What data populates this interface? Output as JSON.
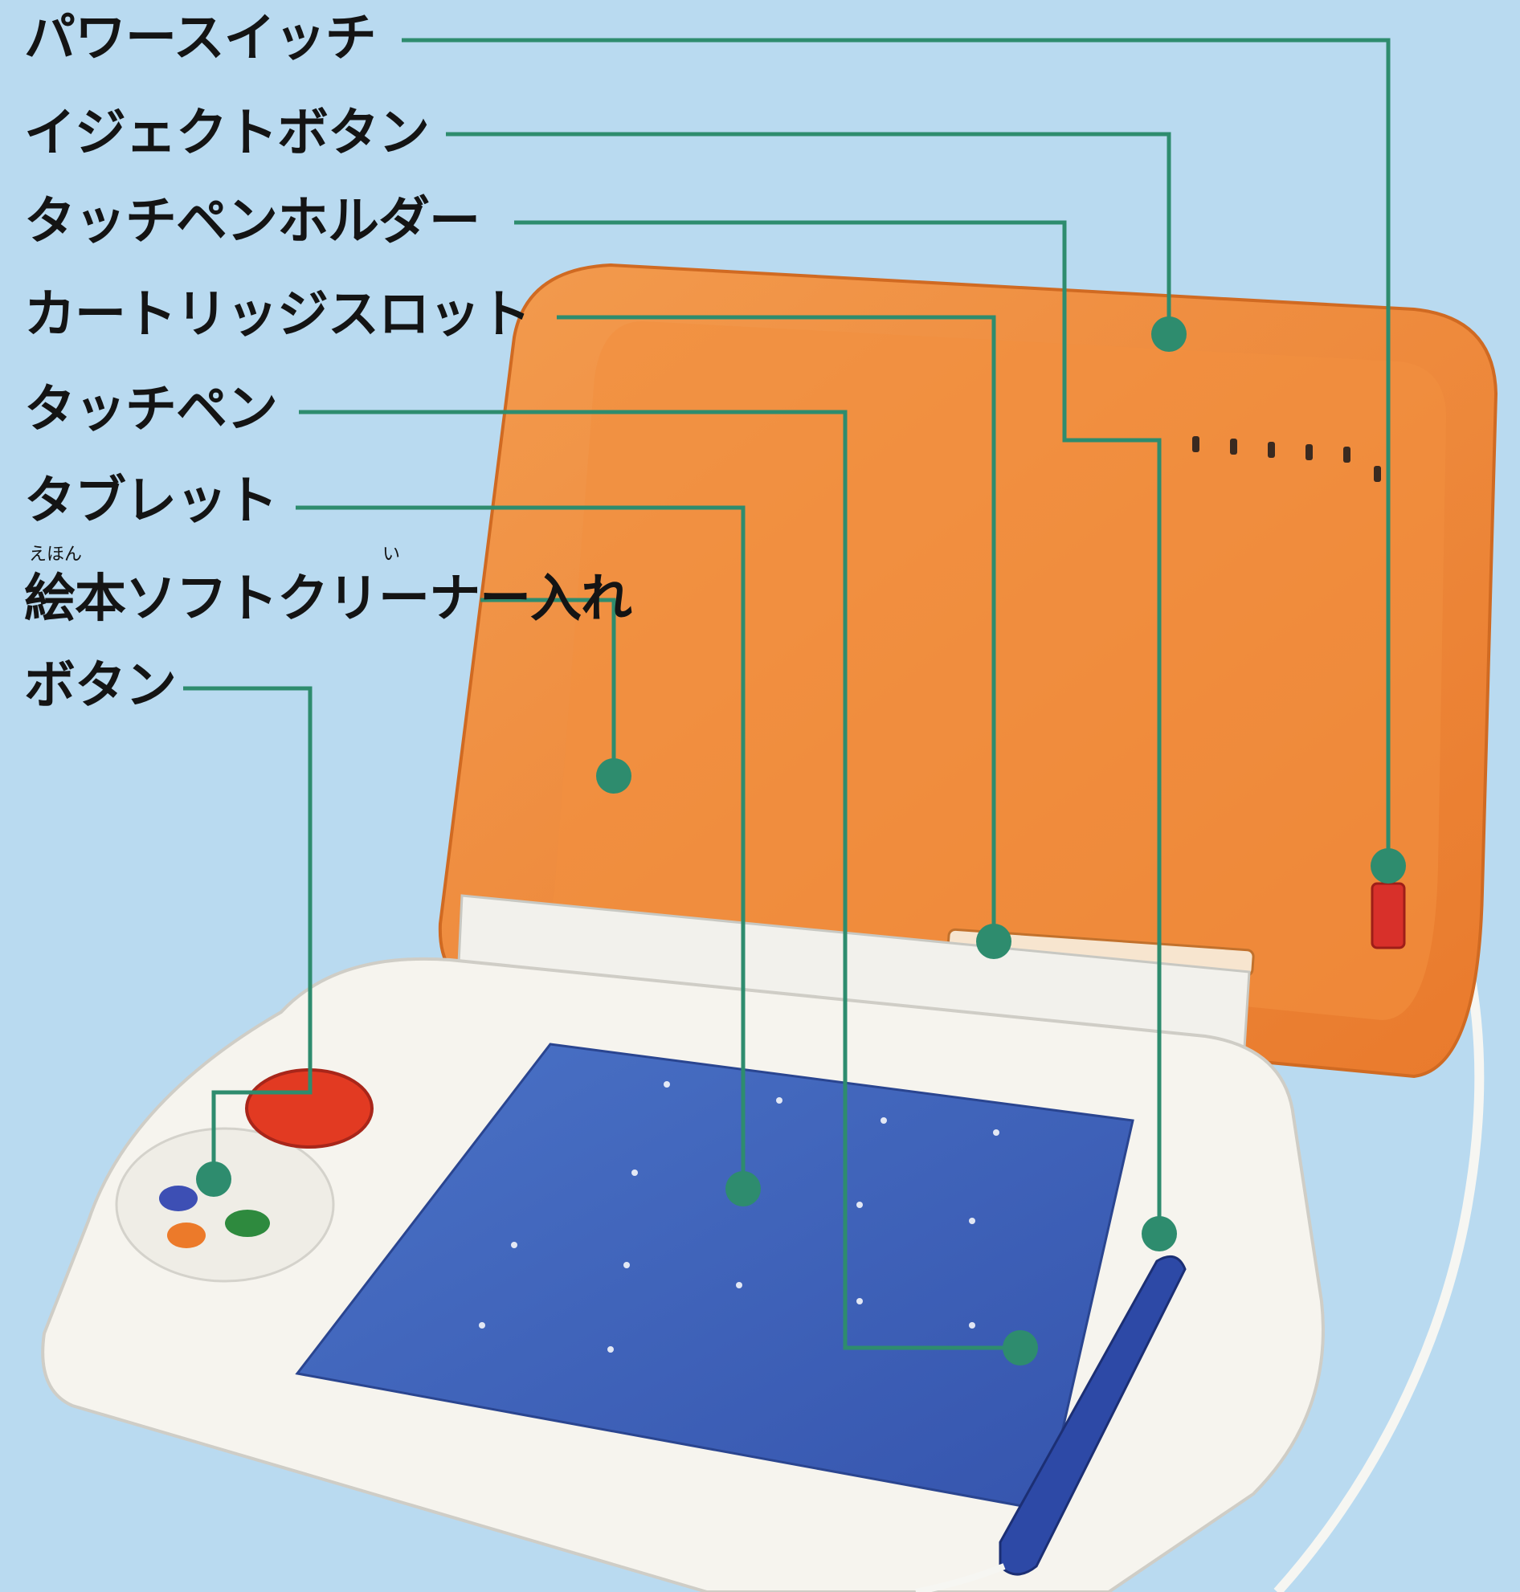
{
  "labels": {
    "power_switch": "パワースイッチ",
    "eject_button": "イジェクトボタン",
    "touch_pen_holder": "タッチペンホルダー",
    "cartridge_slot": "カートリッジスロット",
    "touch_pen": "タッチペン",
    "tablet": "タブレット",
    "picture_book_cleaner_case": "絵本ソフトクリーナー入れ",
    "buttons": "ボタン"
  },
  "furigana": {
    "ehon": "えほん",
    "i": "い"
  },
  "colors": {
    "background": "#b9daf0",
    "leader_line": "#2e8c6e",
    "device_body": "#f6f4ee",
    "lid": "#f08a3a",
    "tablet_surface": "#3f63b8",
    "big_button": "#e23a22",
    "pen_body": "#2d49a6"
  }
}
